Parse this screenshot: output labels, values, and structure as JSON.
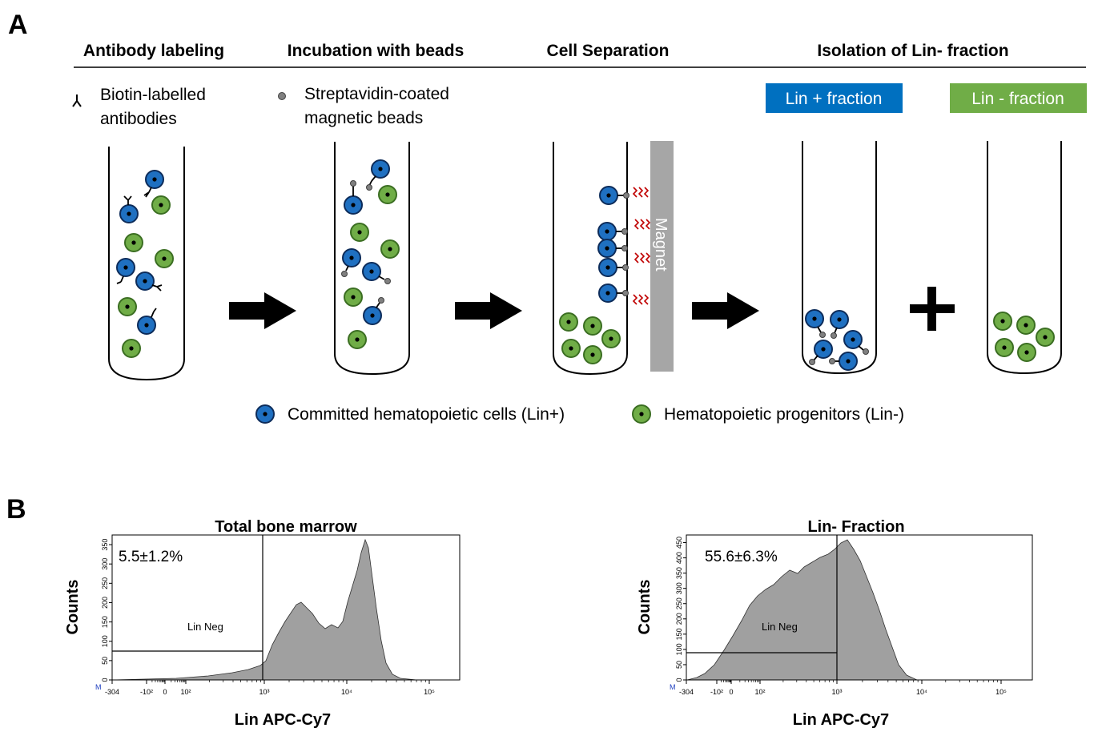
{
  "panel_a": {
    "letter": "A",
    "steps": [
      {
        "title": "Antibody labeling"
      },
      {
        "title": "Incubation with beads"
      },
      {
        "title": "Cell Separation"
      },
      {
        "title": "Isolation of Lin- fraction"
      }
    ],
    "antibody_legend": [
      "Biotin-labelled",
      "antibodies"
    ],
    "bead_legend": [
      "Streptavidin-coated",
      "magnetic beads"
    ],
    "magnet_label": "Magnet",
    "lin_pos_box": "Lin + fraction",
    "lin_neg_box": "Lin - fraction",
    "legend_committed": "Committed hematopoietic cells (Lin+)",
    "legend_progenitors": "Hematopoietic progenitors (Lin-)",
    "colors": {
      "committed": "#1f70c1",
      "progenitor": "#70ad47",
      "lin_pos_box": "#0070c0",
      "lin_neg_box": "#70ad47",
      "magnet": "#a6a6a6",
      "magnet_field": "#c00000"
    }
  },
  "panel_b": {
    "letter": "B",
    "plots": [
      {
        "title": "Total bone marrow",
        "ylabel": "Counts",
        "xlabel": "Lin APC-Cy7",
        "percentage": "5.5±1.2%",
        "gate_label": "Lin Neg",
        "y_ticks": [
          "0",
          "50",
          "100",
          "150",
          "200",
          "250",
          "300",
          "350"
        ],
        "x_ticks": [
          "-304",
          "-10²",
          "0",
          "10²",
          "10³",
          "10⁴",
          "10⁵"
        ]
      },
      {
        "title": "Lin- Fraction",
        "ylabel": "Counts",
        "xlabel": "Lin APC-Cy7",
        "percentage": "55.6±6.3%",
        "gate_label": "Lin Neg",
        "y_ticks": [
          "0",
          "50",
          "100",
          "150",
          "200",
          "250",
          "300",
          "350",
          "400",
          "450"
        ],
        "x_ticks": [
          "-304",
          "-10²",
          "0",
          "10²",
          "10³",
          "10⁴",
          "10⁵"
        ]
      }
    ],
    "marker_label": "M"
  }
}
